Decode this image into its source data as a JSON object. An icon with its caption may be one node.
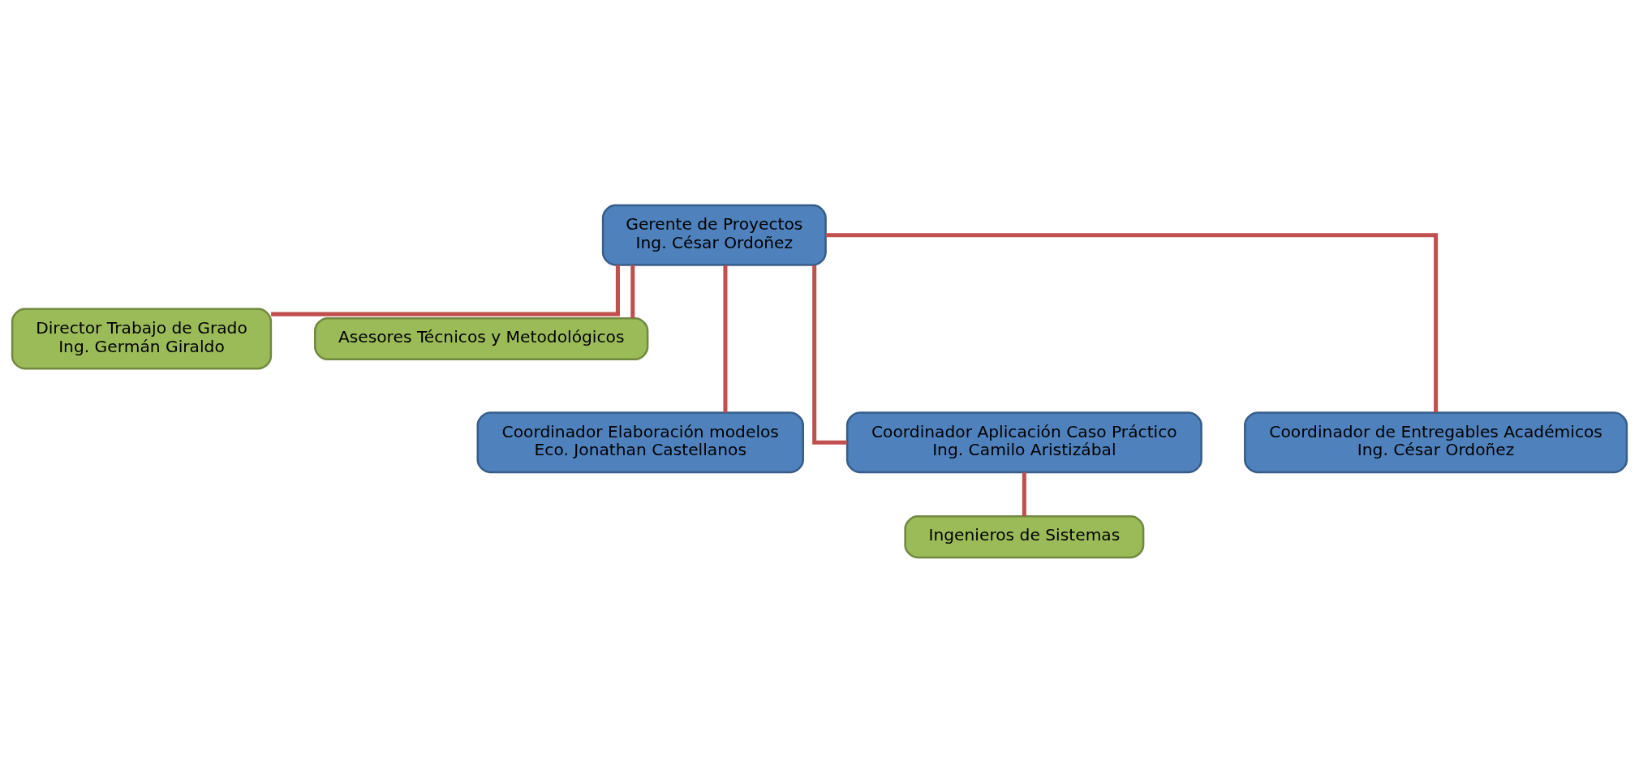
{
  "diagram": {
    "nodes": [
      {
        "text": [
          "Gerente de Proyectos",
          "Ing. César Ordoñez"
        ]
      },
      {
        "text": [
          "Director Trabajo de Grado",
          "Ing. Germán Giraldo"
        ]
      },
      {
        "text": [
          "Asesores Técnicos y Metodológicos"
        ]
      },
      {
        "text": [
          "Coordinador Elaboración modelos",
          "Eco. Jonathan Castellanos"
        ]
      },
      {
        "text": [
          "Coordinador Aplicación Caso Práctico",
          "Ing. Camilo Aristizábal"
        ]
      },
      {
        "text": [
          "Coordinador de Entregables Académicos",
          "Ing. César Ordoñez"
        ]
      },
      {
        "text": [
          "Ingenieros de Sistemas"
        ]
      }
    ],
    "edges": [
      {
        "from": 0,
        "to": 1,
        "arrow": "none"
      },
      {
        "from": 0,
        "to": 2,
        "arrow": "none"
      },
      {
        "from": 0,
        "to": 3,
        "arrow": "none"
      },
      {
        "from": 0,
        "to": 4,
        "arrow": "none"
      },
      {
        "from": 0,
        "to": 5,
        "arrow": "none"
      },
      {
        "from": 4,
        "to": 6,
        "arrow": "none"
      }
    ]
  }
}
